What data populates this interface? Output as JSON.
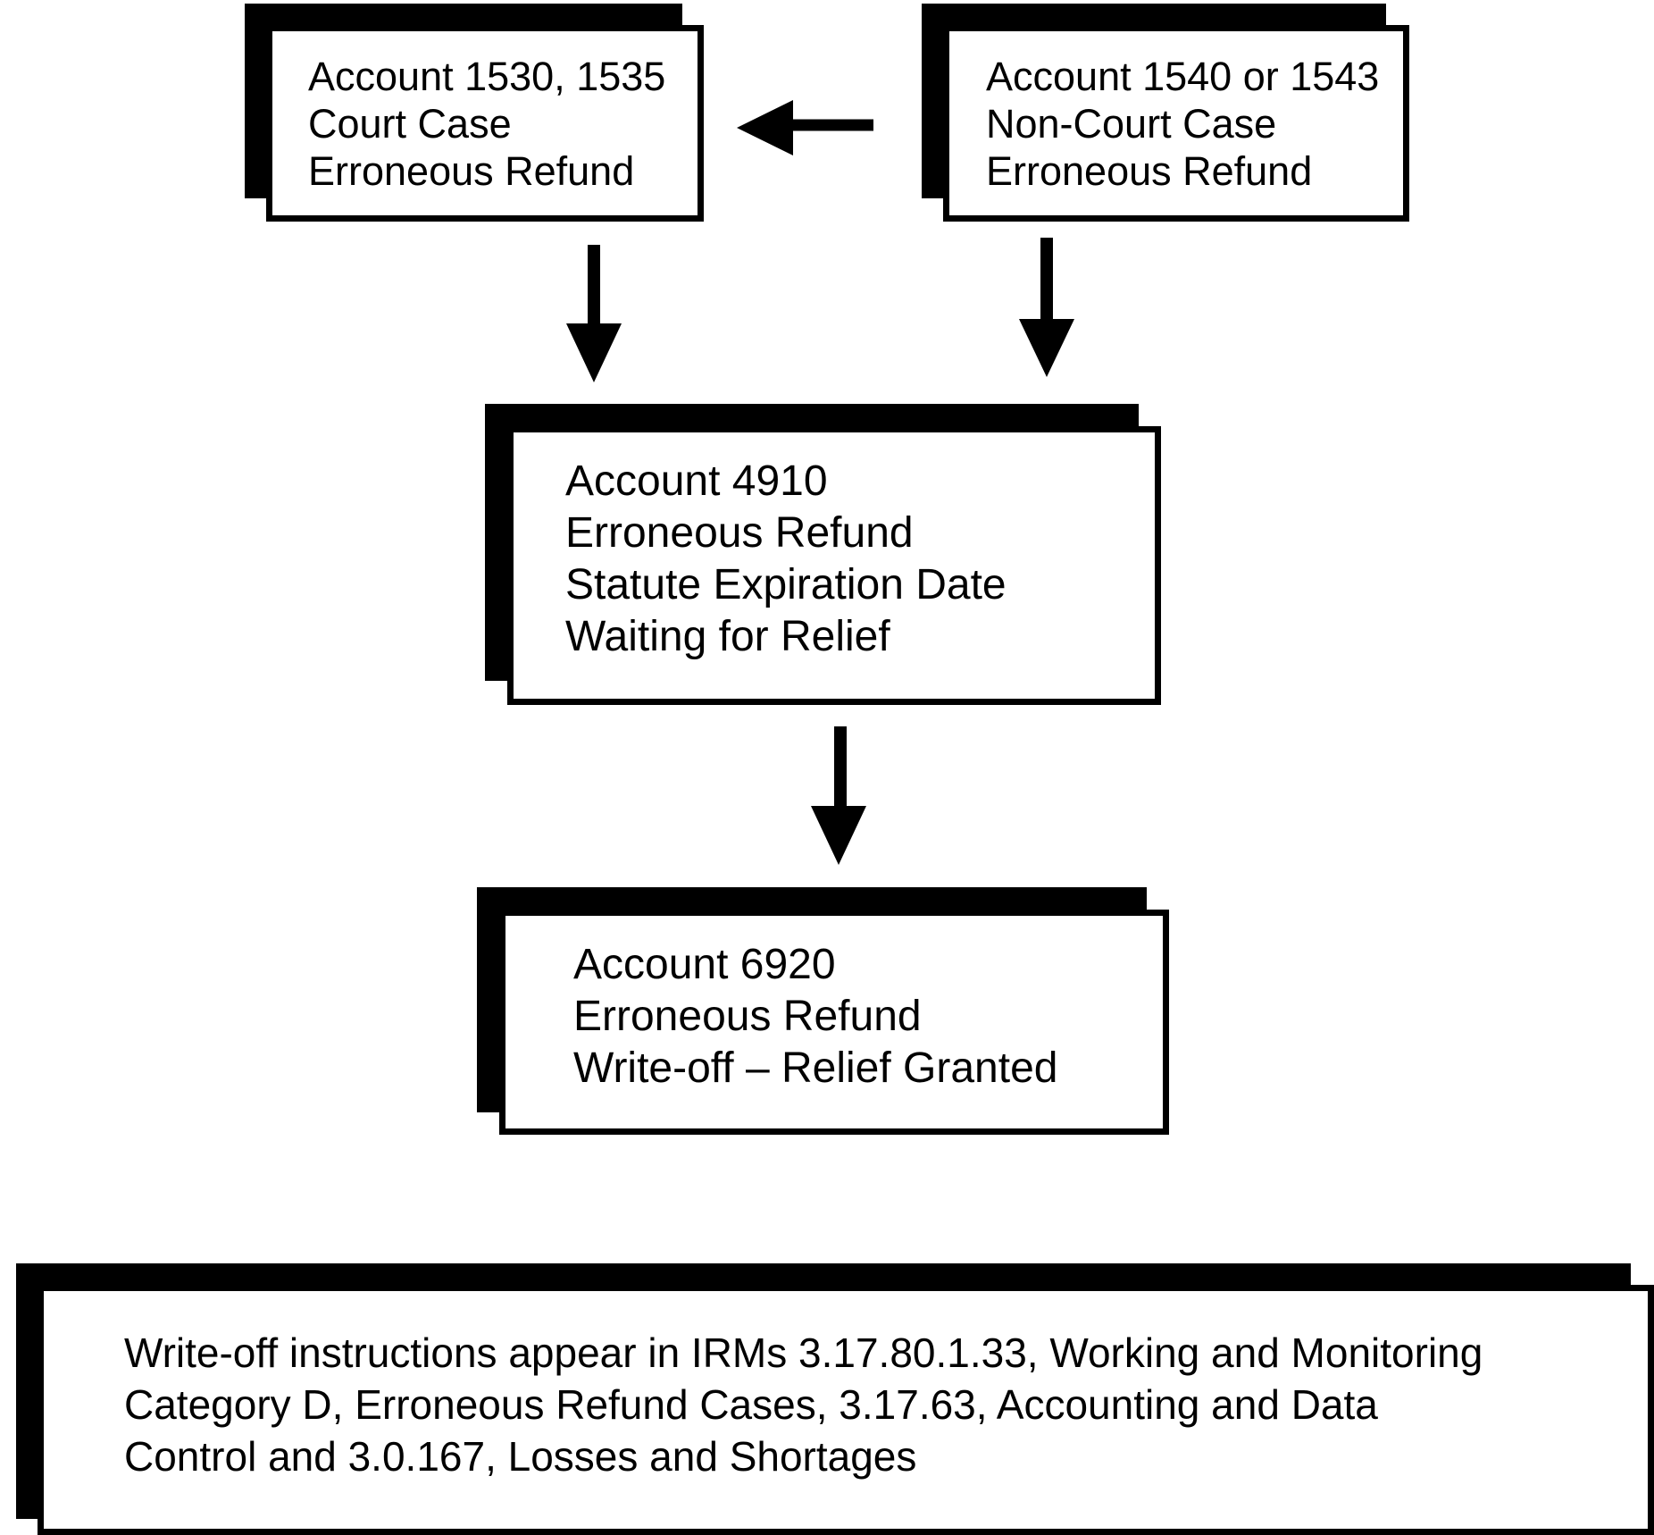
{
  "nodes": {
    "court_case": {
      "lines": [
        "Account 1530, 1535",
        "Court Case",
        "Erroneous Refund"
      ]
    },
    "non_court_case": {
      "lines": [
        "Account 1540 or 1543",
        "Non-Court Case",
        "Erroneous Refund"
      ]
    },
    "account_4910": {
      "lines": [
        "Account 4910",
        "Erroneous Refund",
        "Statute Expiration Date",
        "Waiting for Relief"
      ]
    },
    "account_6920": {
      "lines": [
        "Account 6920",
        "Erroneous Refund",
        "Write-off – Relief Granted"
      ]
    }
  },
  "note": {
    "lines": [
      "Write-off instructions appear in IRMs 3.17.80.1.33, Working and Monitoring",
      "Category D, Erroneous Refund Cases, 3.17.63, Accounting and Data",
      "Control and 3.0.167, Losses and Shortages"
    ]
  },
  "edges": [
    {
      "from": "non_court_case",
      "to": "court_case"
    },
    {
      "from": "court_case",
      "to": "account_4910"
    },
    {
      "from": "non_court_case",
      "to": "account_4910"
    },
    {
      "from": "account_4910",
      "to": "account_6920"
    }
  ],
  "colors": {
    "line": "#000000",
    "background": "#ffffff"
  }
}
